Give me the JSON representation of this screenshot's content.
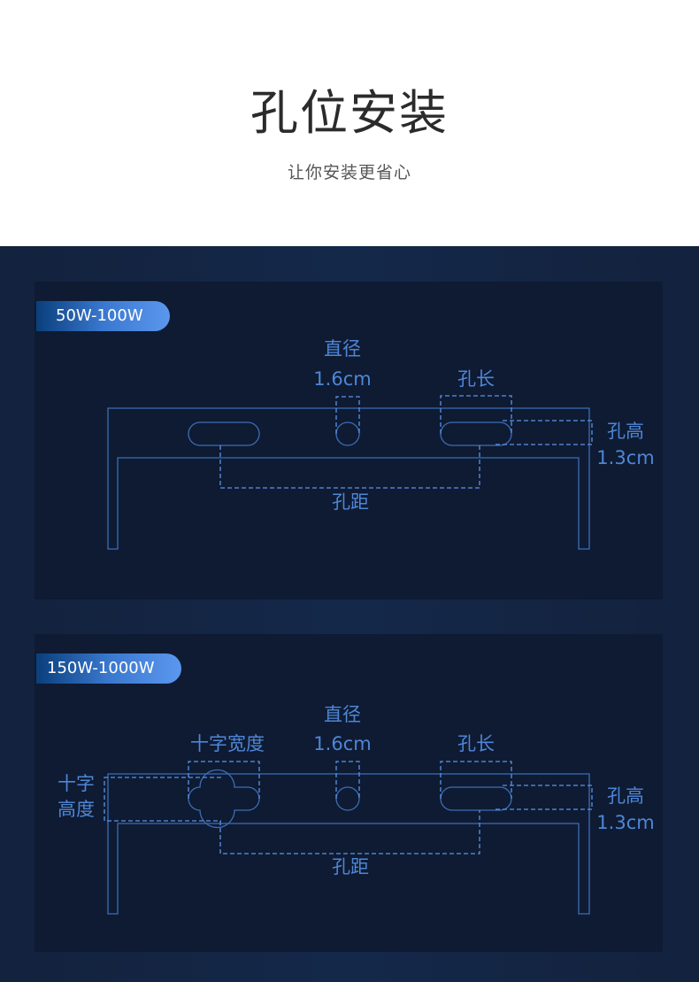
{
  "header": {
    "title": "孔位安装",
    "subtitle": "让你安装更省心"
  },
  "colors": {
    "line": "#3d6db5",
    "dash": "#5b93e6",
    "label": "#4f86d6",
    "panel_bg": "#0e1b33",
    "band_bg": "#13223d"
  },
  "panels": [
    {
      "badge": "50W-100W",
      "labels": {
        "diameter": "直径",
        "diameter_value": "1.6cm",
        "hole_length": "孔长",
        "hole_height": "孔高",
        "hole_height_value": "1.3cm",
        "hole_spacing": "孔距"
      }
    },
    {
      "badge": "150W-1000W",
      "labels": {
        "diameter": "直径",
        "diameter_value": "1.6cm",
        "hole_length": "孔长",
        "hole_height": "孔高",
        "hole_height_value": "1.3cm",
        "hole_spacing": "孔距",
        "cross_width": "十字宽度",
        "cross_height_line1": "十字",
        "cross_height_line2": "高度"
      }
    }
  ]
}
